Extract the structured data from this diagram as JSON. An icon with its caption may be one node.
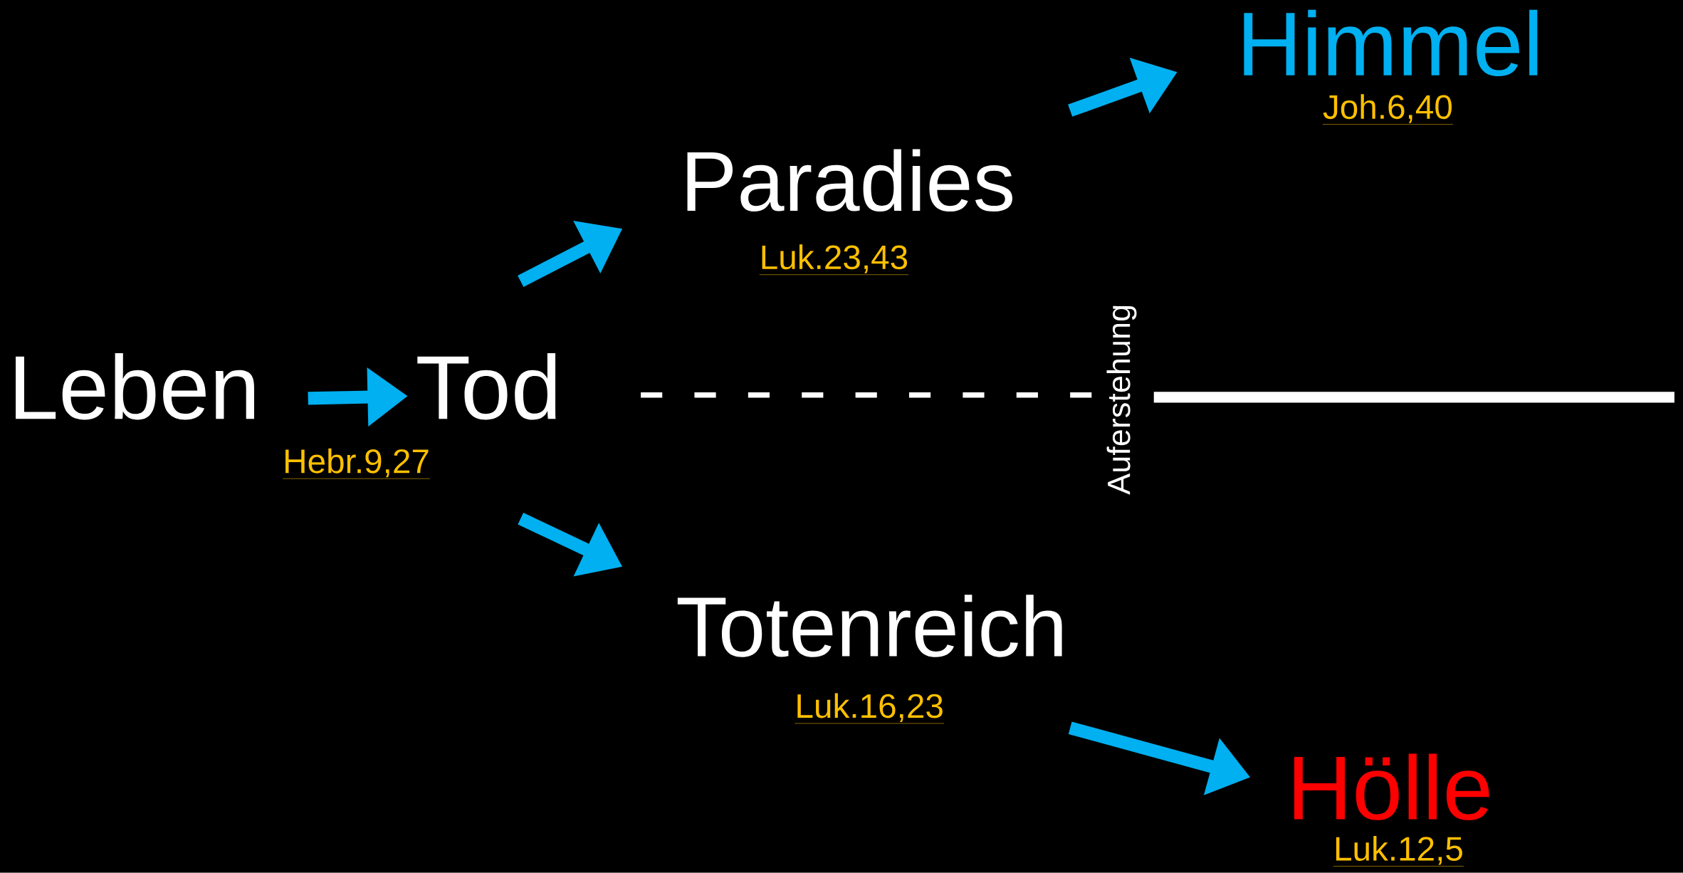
{
  "diagram": {
    "nodes": [
      {
        "text": [
          "Leben"
        ]
      },
      {
        "text": [
          "Tod"
        ]
      },
      {
        "text": [
          "Paradies"
        ],
        "beside": [
          "Luk.23,43"
        ]
      },
      {
        "text": [
          "Himmel"
        ],
        "beside": [
          "Joh.6,40"
        ]
      },
      {
        "text": [
          "Totenreich"
        ],
        "beside": [
          "Luk.16,23"
        ]
      },
      {
        "text": [
          "Hölle"
        ],
        "beside": [
          "Luk.12,5"
        ]
      }
    ],
    "edges": [
      {
        "from": 0,
        "to": 1,
        "arrow": "to",
        "label": "Hebr.9,27"
      },
      {
        "from": 1,
        "to": 2,
        "arrow": "to"
      },
      {
        "from": 1,
        "to": 4,
        "arrow": "to"
      },
      {
        "from": 2,
        "to": 3,
        "arrow": "to"
      },
      {
        "from": 4,
        "to": 5,
        "arrow": "to"
      }
    ],
    "labels": [
      "Auferstehung"
    ]
  }
}
